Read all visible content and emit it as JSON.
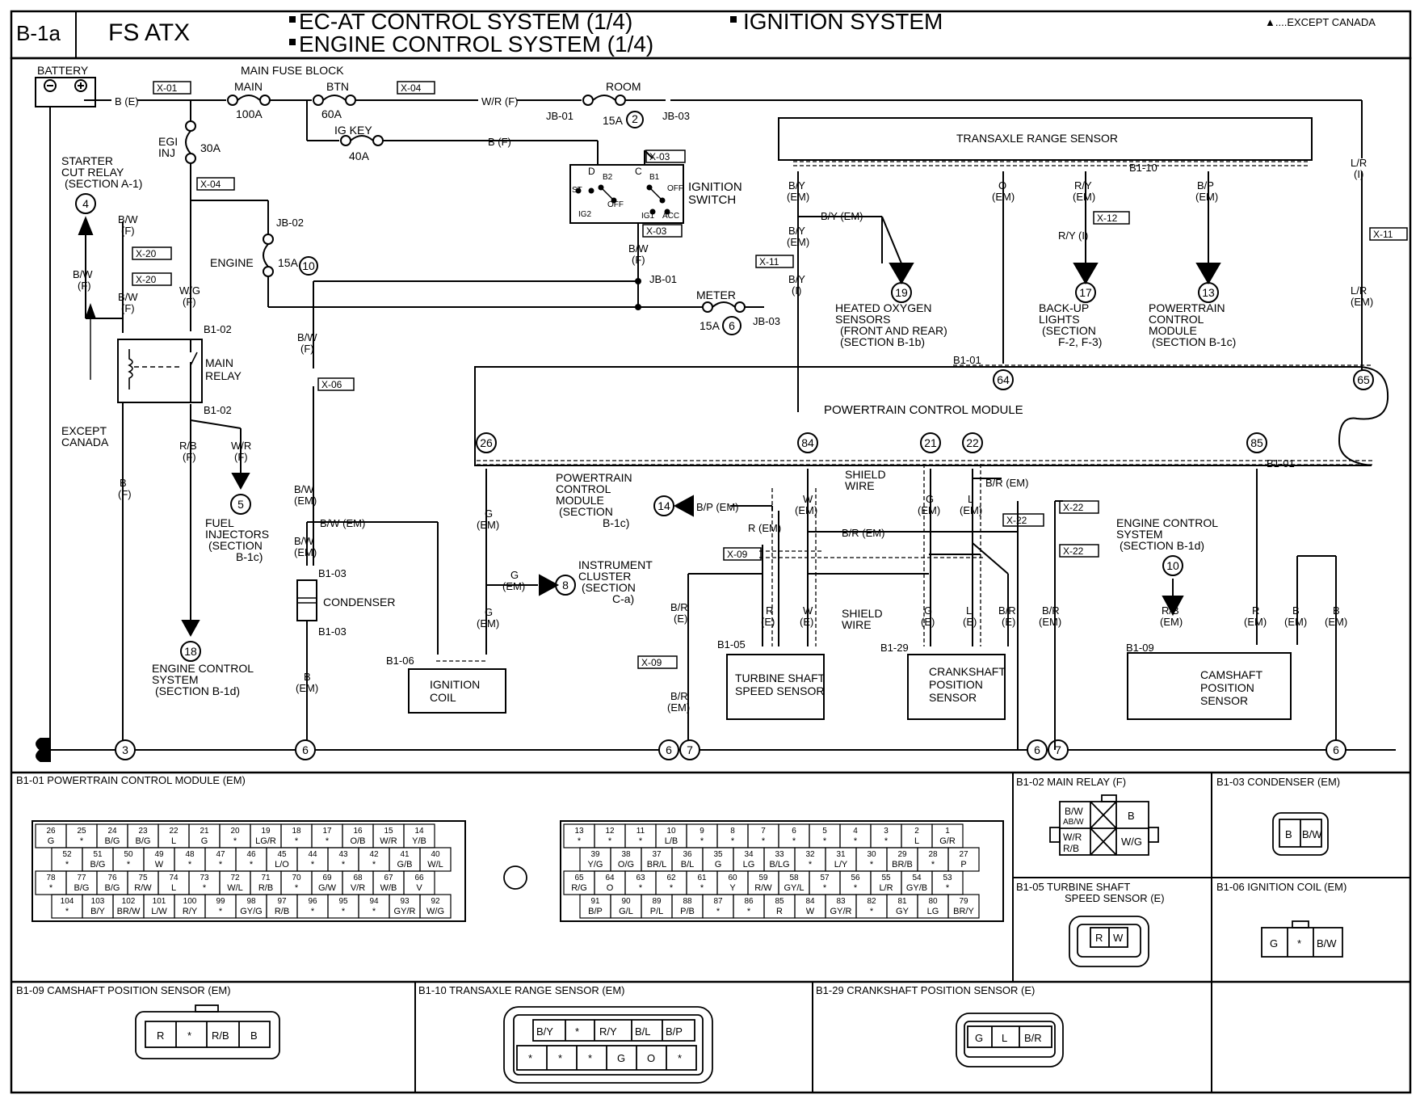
{
  "header": {
    "page_code": "B-1a",
    "model": "FS ATX",
    "titles": [
      "EC-AT CONTROL SYSTEM (1/4)",
      "ENGINE CONTROL SYSTEM (1/4)",
      "IGNITION SYSTEM"
    ],
    "note": "▲....EXCEPT CANADA"
  },
  "labels": {
    "battery": "BATTERY",
    "main_fuse_block": "MAIN FUSE BLOCK",
    "fuse_main": "MAIN",
    "fuse_main_amp": "100A",
    "fuse_btn": "BTN",
    "fuse_btn_amp": "60A",
    "fuse_igkey": "IG KEY",
    "fuse_igkey_amp": "40A",
    "fuse_room": "ROOM",
    "fuse_room_amp": "15A",
    "fuse_egi": "EGI",
    "fuse_egi2": "INJ",
    "fuse_egi_amp": "30A",
    "fuse_engine": "ENGINE",
    "fuse_engine_amp": "15A",
    "fuse_meter": "METER",
    "fuse_meter_amp": "15A",
    "ignition_switch": "IGNITION",
    "ignition_switch2": "SWITCH",
    "ig_st": "ST",
    "ig_ig2": "IG2",
    "ig_ig1": "IG1",
    "ig_acc": "ACC",
    "ig_off": "OFF",
    "ig_off2": "OFF",
    "ig_b2": "B2",
    "ig_b1": "B1",
    "ig_d": "D",
    "ig_c": "C",
    "starter_cut": [
      "STARTER",
      "CUT RELAY",
      "(SECTION A-1)"
    ],
    "main_relay": [
      "MAIN",
      "RELAY"
    ],
    "except_canada": [
      "EXCEPT",
      "CANADA"
    ],
    "fuel_injectors": [
      "FUEL",
      "INJECTORS",
      "(SECTION",
      "B-1c)"
    ],
    "engine_control_18": [
      "ENGINE CONTROL",
      "SYSTEM",
      "(SECTION B-1d)"
    ],
    "condenser": "CONDENSER",
    "ignition_coil": [
      "IGNITION",
      "COIL"
    ],
    "transaxle_range": "TRANSAXLE RANGE SENSOR",
    "heated_oxygen": [
      "HEATED OXYGEN",
      "SENSORS",
      "(FRONT AND REAR)",
      "(SECTION B-1b)"
    ],
    "backup_lights": [
      "BACK-UP",
      "LIGHTS",
      "(SECTION",
      "F-2, F-3)"
    ],
    "pcm_13": [
      "POWERTRAIN",
      "CONTROL",
      "MODULE",
      "(SECTION B-1c)"
    ],
    "pcm": "POWERTRAIN CONTROL MODULE",
    "pcm_14": [
      "POWERTRAIN",
      "CONTROL",
      "MODULE",
      "(SECTION",
      "B-1c)"
    ],
    "instrument_cluster": [
      "INSTRUMENT",
      "CLUSTER",
      "(SECTION",
      "C-a)"
    ],
    "shield_wire": [
      "SHIELD",
      "WIRE"
    ],
    "engine_control_10": [
      "ENGINE CONTROL",
      "SYSTEM",
      "(SECTION B-1d)"
    ],
    "turbine_sensor": [
      "TURBINE SHAFT",
      "SPEED SENSOR"
    ],
    "crankshaft_sensor": [
      "CRANKSHAFT",
      "POSITION",
      "SENSOR"
    ],
    "camshaft_sensor": [
      "CAMSHAFT",
      "POSITION",
      "SENSOR"
    ]
  },
  "wires": {
    "b_e": "B (E)",
    "wr_f": "W/R (F)",
    "b_f": "B (F)",
    "lr_i": "L/R",
    "lr_i2": "(I)",
    "lr_em": "L/R",
    "lr_em2": "(EM)",
    "bw_f": "B/W",
    "bw_f2": "(F)",
    "wg": "W/G",
    "wg2": "(F)",
    "rb": "R/B",
    "rb2": "(F)",
    "wr": "W/R",
    "wr2": "(F)",
    "b_em": "B",
    "b_em2": "(EM)",
    "bw_em": "B/W",
    "bw_em2": "(EM)",
    "bw_em_h": "B/W (EM)",
    "by_em": "B/Y",
    "by_em2": "(EM)",
    "by_em_h": "B/Y (EM)",
    "by_i": "B/Y",
    "by_i2": "(I)",
    "o_em": "O",
    "o_em2": "(EM)",
    "ry_em": "R/Y",
    "ry_em2": "(EM)",
    "ry_i": "R/Y (I)",
    "bp_em": "B/P",
    "bp_em2": "(EM)",
    "bp_em_h": "B/P (EM)",
    "g_em": "G",
    "g_em2": "(EM)",
    "br_em_h": "B/R (EM)",
    "r_em_h": "R (EM)",
    "w_em": "W",
    "w_em2": "(EM)",
    "l_em": "L",
    "l_em2": "(EM)",
    "r_e": "R",
    "r_e2": "(E)",
    "w_e": "W",
    "w_e2": "(E)",
    "br_e": "B/R",
    "br_e2": "(E)",
    "g_e": "G",
    "g_e2": "(E)",
    "l_e": "L",
    "l_e2": "(E)",
    "rb_em": "R/B",
    "rb_em2": "(EM)",
    "r_em": "R",
    "r_em2": "(EM)",
    "b_em_c": "B",
    "b_em_c2": "(EM)",
    "bw_f_b": "B/W",
    "bw_f_b2": "(F)"
  },
  "tags": [
    "X-01",
    "X-04",
    "X-03",
    "X-04",
    "X-20",
    "X-20",
    "X-03",
    "X-11",
    "X-12",
    "X-11",
    "X-06",
    "X-22",
    "X-22",
    "X-22",
    "X-09",
    "X-09"
  ],
  "connectors": {
    "b1_01": "B1-01",
    "b1_02": "B1-02",
    "b1_03": "B1-03",
    "b1_05": "B1-05",
    "b1_06": "B1-06",
    "b1_09": "B1-09",
    "b1_10": "B1-10",
    "b1_29": "B1-29",
    "jb01": "JB-01",
    "jb02": "JB-02",
    "jb03": "JB-03"
  },
  "circles": {
    "c4": "4",
    "c5": "5",
    "c18": "18",
    "c19": "19",
    "c17": "17",
    "c13": "13",
    "c14": "14",
    "c8": "8",
    "c10": "10",
    "c3": "3",
    "c6": "6",
    "c7": "7",
    "c2": "2",
    "c64": "64",
    "c65": "65",
    "c26": "26",
    "c84": "84",
    "c21": "21",
    "c22": "22",
    "c85": "85",
    "ground": "G"
  },
  "panels": {
    "pcm_title": "B1-01 POWERTRAIN CONTROL MODULE (EM)",
    "relay_title": "B1-02 MAIN RELAY (F)",
    "condenser_title": "B1-03 CONDENSER (EM)",
    "turbine_title": [
      "B1-05 TURBINE SHAFT",
      "SPEED SENSOR (E)"
    ],
    "coil_title": "B1-06 IGNITION COIL (EM)",
    "camshaft_title": "B1-09 CAMSHAFT POSITION SENSOR (EM)",
    "transaxle_title": "B1-10 TRANSAXLE RANGE SENSOR (EM)",
    "crank_title": "B1-29 CRANKSHAFT POSITION SENSOR (E)"
  },
  "pcm_pins_left": [
    [
      [
        "26",
        "G"
      ],
      [
        "25",
        "*"
      ],
      [
        "24",
        "B/G"
      ],
      [
        "23",
        "B/G"
      ],
      [
        "22",
        "L"
      ],
      [
        "21",
        "G"
      ],
      [
        "20",
        "*"
      ],
      [
        "19",
        "LG/R"
      ],
      [
        "18",
        "*"
      ],
      [
        "17",
        "*"
      ],
      [
        "16",
        "O/B"
      ],
      [
        "15",
        "W/R"
      ],
      [
        "14",
        "Y/B"
      ]
    ],
    [
      [
        "52",
        "*"
      ],
      [
        "51",
        "B/G"
      ],
      [
        "50",
        "*"
      ],
      [
        "49",
        "W"
      ],
      [
        "48",
        "*"
      ],
      [
        "47",
        "*"
      ],
      [
        "46",
        "*"
      ],
      [
        "45",
        "L/O"
      ],
      [
        "44",
        "*"
      ],
      [
        "43",
        "*"
      ],
      [
        "42",
        "*"
      ],
      [
        "41",
        "G/B"
      ],
      [
        "40",
        "W/L"
      ]
    ],
    [
      [
        "78",
        "*"
      ],
      [
        "77",
        "B/G"
      ],
      [
        "76",
        "B/G"
      ],
      [
        "75",
        "R/W"
      ],
      [
        "74",
        "L"
      ],
      [
        "73",
        "*"
      ],
      [
        "72",
        "W/L"
      ],
      [
        "71",
        "R/B"
      ],
      [
        "70",
        "*"
      ],
      [
        "69",
        "G/W"
      ],
      [
        "68",
        "V/R"
      ],
      [
        "67",
        "W/B"
      ],
      [
        "66",
        "V"
      ]
    ],
    [
      [
        "104",
        "*"
      ],
      [
        "103",
        "B/Y"
      ],
      [
        "102",
        "BR/W"
      ],
      [
        "101",
        "L/W"
      ],
      [
        "100",
        "R/Y"
      ],
      [
        "99",
        "*"
      ],
      [
        "98",
        "GY/G"
      ],
      [
        "97",
        "R/B"
      ],
      [
        "96",
        "*"
      ],
      [
        "95",
        "*"
      ],
      [
        "94",
        "*"
      ],
      [
        "93",
        "GY/R"
      ],
      [
        "92",
        "W/G"
      ]
    ]
  ],
  "pcm_pins_right": [
    [
      [
        "13",
        "*"
      ],
      [
        "12",
        "*"
      ],
      [
        "11",
        "*"
      ],
      [
        "10",
        "L/B"
      ],
      [
        "9",
        "*"
      ],
      [
        "8",
        "*"
      ],
      [
        "7",
        "*"
      ],
      [
        "6",
        "*"
      ],
      [
        "5",
        "*"
      ],
      [
        "4",
        "*"
      ],
      [
        "3",
        "*"
      ],
      [
        "2",
        "L"
      ],
      [
        "1",
        "G/R"
      ]
    ],
    [
      [
        "39",
        "Y/G"
      ],
      [
        "38",
        "O/G"
      ],
      [
        "37",
        "BR/L"
      ],
      [
        "36",
        "B/L"
      ],
      [
        "35",
        "G"
      ],
      [
        "34",
        "LG"
      ],
      [
        "33",
        "B/LG"
      ],
      [
        "32",
        "*"
      ],
      [
        "31",
        "L/Y"
      ],
      [
        "30",
        "*"
      ],
      [
        "29",
        "BR/B"
      ],
      [
        "28",
        "*"
      ],
      [
        "27",
        "P"
      ]
    ],
    [
      [
        "65",
        "R/G"
      ],
      [
        "64",
        "O"
      ],
      [
        "63",
        "*"
      ],
      [
        "62",
        "*"
      ],
      [
        "61",
        "*"
      ],
      [
        "60",
        "Y"
      ],
      [
        "59",
        "R/W"
      ],
      [
        "58",
        "GY/L"
      ],
      [
        "57",
        "*"
      ],
      [
        "56",
        "*"
      ],
      [
        "55",
        "L/R"
      ],
      [
        "54",
        "GY/B"
      ],
      [
        "53",
        "*"
      ]
    ],
    [
      [
        "91",
        "B/P"
      ],
      [
        "90",
        "G/L"
      ],
      [
        "89",
        "P/L"
      ],
      [
        "88",
        "P/B"
      ],
      [
        "87",
        "*"
      ],
      [
        "86",
        "*"
      ],
      [
        "85",
        "R"
      ],
      [
        "84",
        "W"
      ],
      [
        "83",
        "GY/R"
      ],
      [
        "82",
        "*"
      ],
      [
        "81",
        "GY"
      ],
      [
        "80",
        "LG"
      ],
      [
        "79",
        "BR/Y"
      ]
    ]
  ],
  "relay_pins": [
    "B/W",
    "AB/W",
    "B",
    "W/R",
    "R/B",
    "W/G"
  ],
  "condenser_pins": [
    "B",
    "B/W"
  ],
  "turbine_pins": [
    "R",
    "W"
  ],
  "coil_pins": [
    "G",
    "*",
    "B/W"
  ],
  "camshaft_pins": [
    "R",
    "*",
    "R/B",
    "B"
  ],
  "transaxle_pins_top": [
    "B/Y",
    "*",
    "R/Y",
    "B/L",
    "B/P"
  ],
  "transaxle_pins_bottom": [
    "*",
    "*",
    "*",
    "G",
    "O",
    "*"
  ],
  "crank_pins": [
    "G",
    "L",
    "B/R"
  ]
}
